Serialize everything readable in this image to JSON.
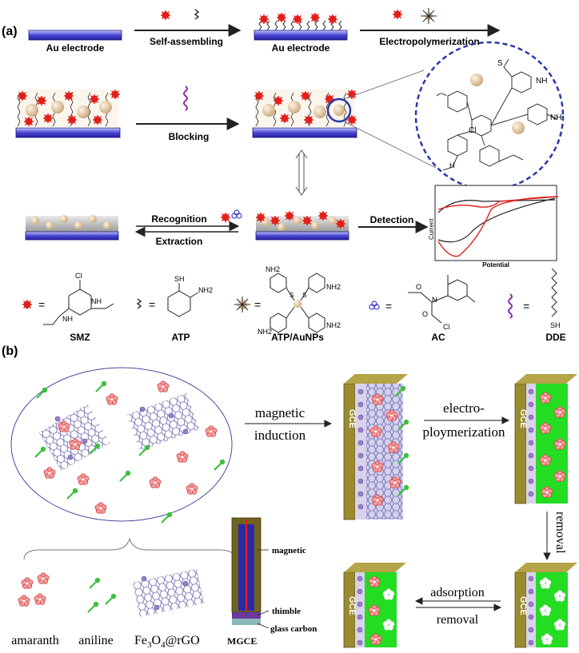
{
  "panel_a": {
    "label": "(a)",
    "au_electrode_1": "Au electrode",
    "au_electrode_2": "Au electrode",
    "self_assembling": "Self-assembling",
    "electropolymerization": "Electropolymerization",
    "blocking": "Blocking",
    "recognition": "Recognition",
    "extraction": "Extraction",
    "detection": "Detection",
    "plot_ylabel": "Current",
    "plot_xlabel": "Potential",
    "mol_nh": "NH",
    "mol_nh2": "NH",
    "mol_s": "S",
    "mol_cl": "Cl",
    "mol_h": "H",
    "legend": {
      "smz": "SMZ",
      "atp": "ATP",
      "atp_aunps": "ATP/AuNPs",
      "ac": "AC",
      "dde": "DDE",
      "cl": "Cl",
      "sh": "SH",
      "nh": "NH",
      "nh2": "NH2",
      "n": "N",
      "o": "O",
      "s": "S",
      "h": "H",
      "eq": "="
    }
  },
  "panel_b": {
    "label": "(b)",
    "magnetic_induction_1": "magnetic",
    "magnetic_induction_2": "induction",
    "electro_1": "electro-",
    "electro_2": "ploymerization",
    "removal_down": "removal",
    "adsorption": "adsorption",
    "removal_left": "removal",
    "gce": "GCE",
    "amaranth": "amaranth",
    "aniline": "aniline",
    "fe3o4_a": "Fe",
    "fe3o4_b": "3",
    "fe3o4_c": "O",
    "fe3o4_d": "4",
    "fe3o4_e": "@rGO",
    "mgce_magnetic": "magnetic",
    "mgce_thimble": "thimble",
    "mgce_glass": "glass carbon",
    "mgce": "MGCE"
  },
  "colors": {
    "electrode": "#3b39c8",
    "template_red": "#e0201b",
    "np_tan": "#e6c9a0",
    "film_green": "#22dd22",
    "gce_olive": "#8a7a2a",
    "dashed_circle": "#2b3aa8"
  }
}
